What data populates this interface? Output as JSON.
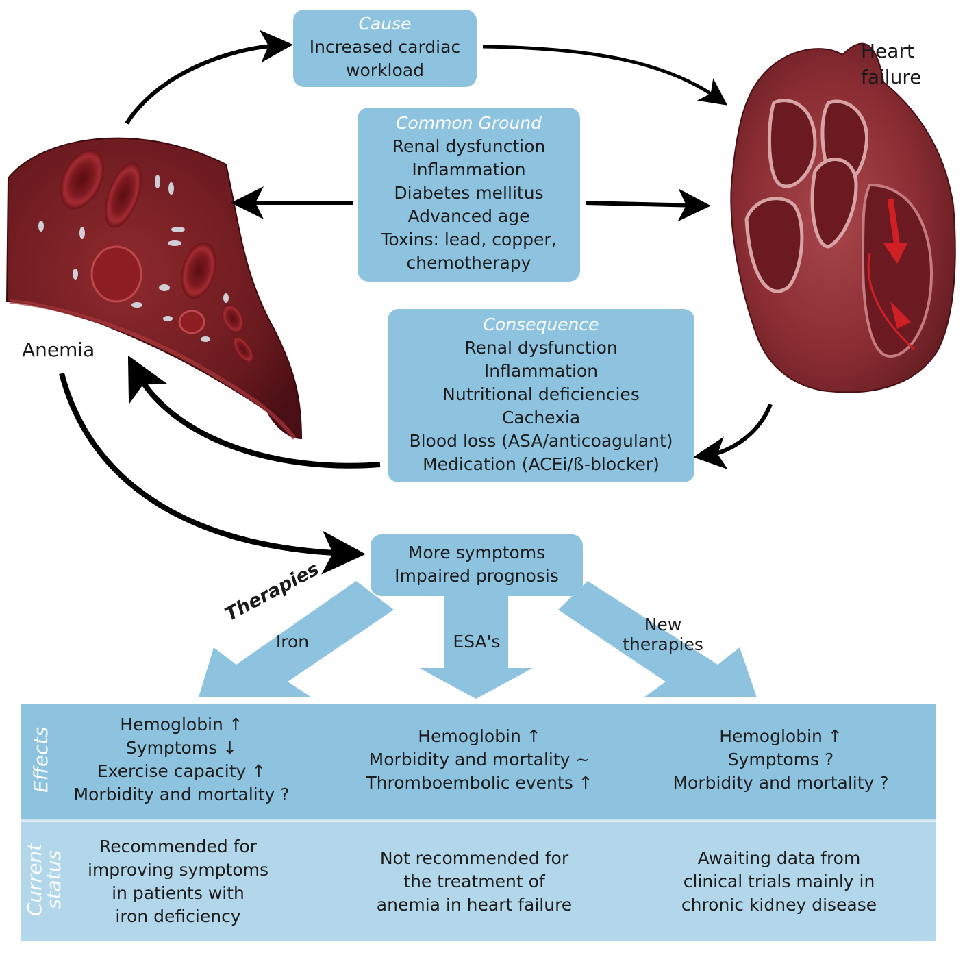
{
  "labels": {
    "anemia": "Anemia",
    "heart_failure_line1": "Heart",
    "heart_failure_line2": "failure",
    "therapies": "Therapies"
  },
  "cause": {
    "heading": "Cause",
    "lines": [
      "Increased cardiac",
      "workload"
    ]
  },
  "common_ground": {
    "heading": "Common Ground",
    "lines": [
      "Renal dysfunction",
      "Inflammation",
      "Diabetes mellitus",
      "Advanced age",
      "Toxins: lead, copper,",
      "chemotherapy"
    ]
  },
  "consequence": {
    "heading": "Consequence",
    "lines": [
      "Renal dysfunction",
      "Inflammation",
      "Nutritional deficiencies",
      "Cachexia",
      "Blood loss (ASA/anticoagulant)",
      "Medication (ACEi/ß-blocker)"
    ]
  },
  "outcome": {
    "lines": [
      "More symptoms",
      "Impaired prognosis"
    ]
  },
  "therapy_arrows": [
    {
      "label_lines": [
        "Iron"
      ]
    },
    {
      "label_lines": [
        "ESA's"
      ]
    },
    {
      "label_lines": [
        "New",
        "therapies"
      ]
    }
  ],
  "table": {
    "row_headers": [
      "Effects",
      "Current status"
    ],
    "row_header_status_lines": [
      "Current",
      "status"
    ],
    "effects": [
      [
        "Hemoglobin ↑",
        "Symptoms ↓",
        "Exercise capacity ↑",
        "Morbidity and mortality ?"
      ],
      [
        "Hemoglobin ↑",
        "Morbidity and mortality ~",
        "Thromboembolic events ↑"
      ],
      [
        "Hemoglobin ↑",
        "Symptoms ?",
        "Morbidity and mortality ?"
      ]
    ],
    "status": [
      [
        "Recommended for",
        "improving symptoms",
        "in patients with",
        "iron deficiency"
      ],
      [
        "Not recommended for",
        "the treatment of",
        "anemia in heart failure"
      ],
      [
        "Awaiting data from",
        "clinical trials mainly in",
        "chronic kidney disease"
      ]
    ]
  },
  "colors": {
    "box_blue": "#8ec3e0",
    "status_blue": "#b3d7ea",
    "arrow_black": "#000000",
    "blood_red": "#7a1e24"
  }
}
